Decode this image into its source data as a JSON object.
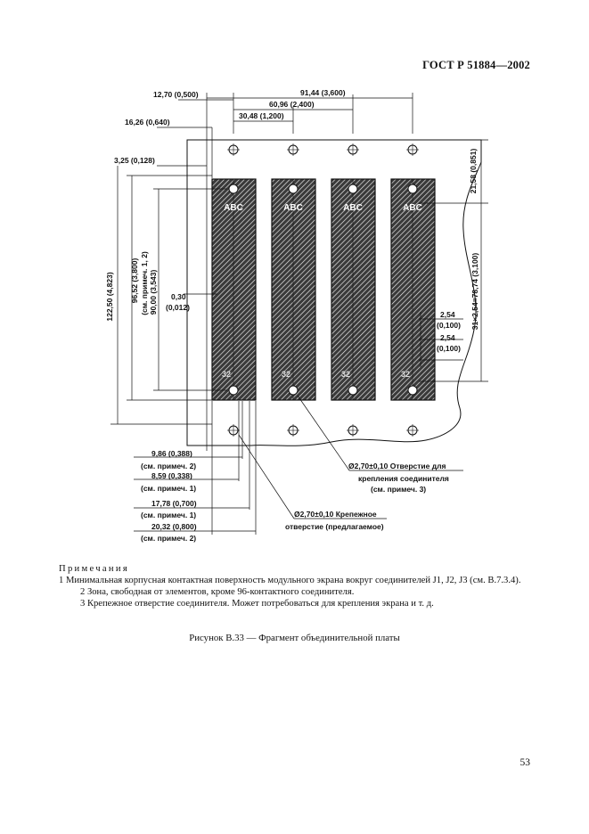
{
  "header": {
    "standard": "ГОСТ Р 51884—2002"
  },
  "drawing": {
    "dims_top": [
      "12,70 (0,500)",
      "91,44 (3,600)",
      "60,96 (2,400)",
      "30,48 (1,200)",
      "16,26 (0,640)",
      "3,25 (0,128)"
    ],
    "dims_left": {
      "d122": "122,50 (4,823)",
      "d96": "96,52 (3,800)",
      "d96_note": "(см. примеч. 1, 2)",
      "d90": "90,00 (3,543)",
      "d030": "0,30",
      "d030_in": "(0,012)"
    },
    "dims_right": {
      "d2158": "21,58 (0,851)",
      "d31": "31×2,54=78,74 (3,100)",
      "d254a": "2,54",
      "d254a_in": "(0,100)",
      "d254b": "2,54",
      "d254b_in": "(0,100)"
    },
    "dims_bottom": [
      {
        "value": "9,86 (0,388)",
        "note": "(см. примеч. 2)"
      },
      {
        "value": "8,59 (0,338)",
        "note": "(см. примеч. 1)"
      },
      {
        "value": "17,78 (0,700)",
        "note": "(см. примеч. 1)"
      },
      {
        "value": "20,32 (0,800)",
        "note": "(см. примеч. 2)"
      }
    ],
    "connector_hole": {
      "line1": "Ø2,70±0,10 Отверстие для",
      "line2": "крепления соединителя",
      "line3": "(см. примеч. 3)"
    },
    "mount_hole": {
      "line1": "Ø2,70±0,10 Крепежное",
      "line2": "отверстие (предлагаемое)"
    },
    "connector_label": "ABC"
  },
  "notes": {
    "title": "Примечания",
    "items": [
      "1 Минимальная корпусная контактная поверхность модульного экрана вокруг соединителей J1, J2, J3 (см. В.7.3.4).",
      "2 Зона, свободная от элементов, кроме 96-контактного соединителя.",
      "3 Крепежное отверстие соединителя. Может потребоваться для крепления экрана и т. д."
    ]
  },
  "caption": "Рисунок В.33 — Фрагмент объединительной платы",
  "page_number": "53"
}
